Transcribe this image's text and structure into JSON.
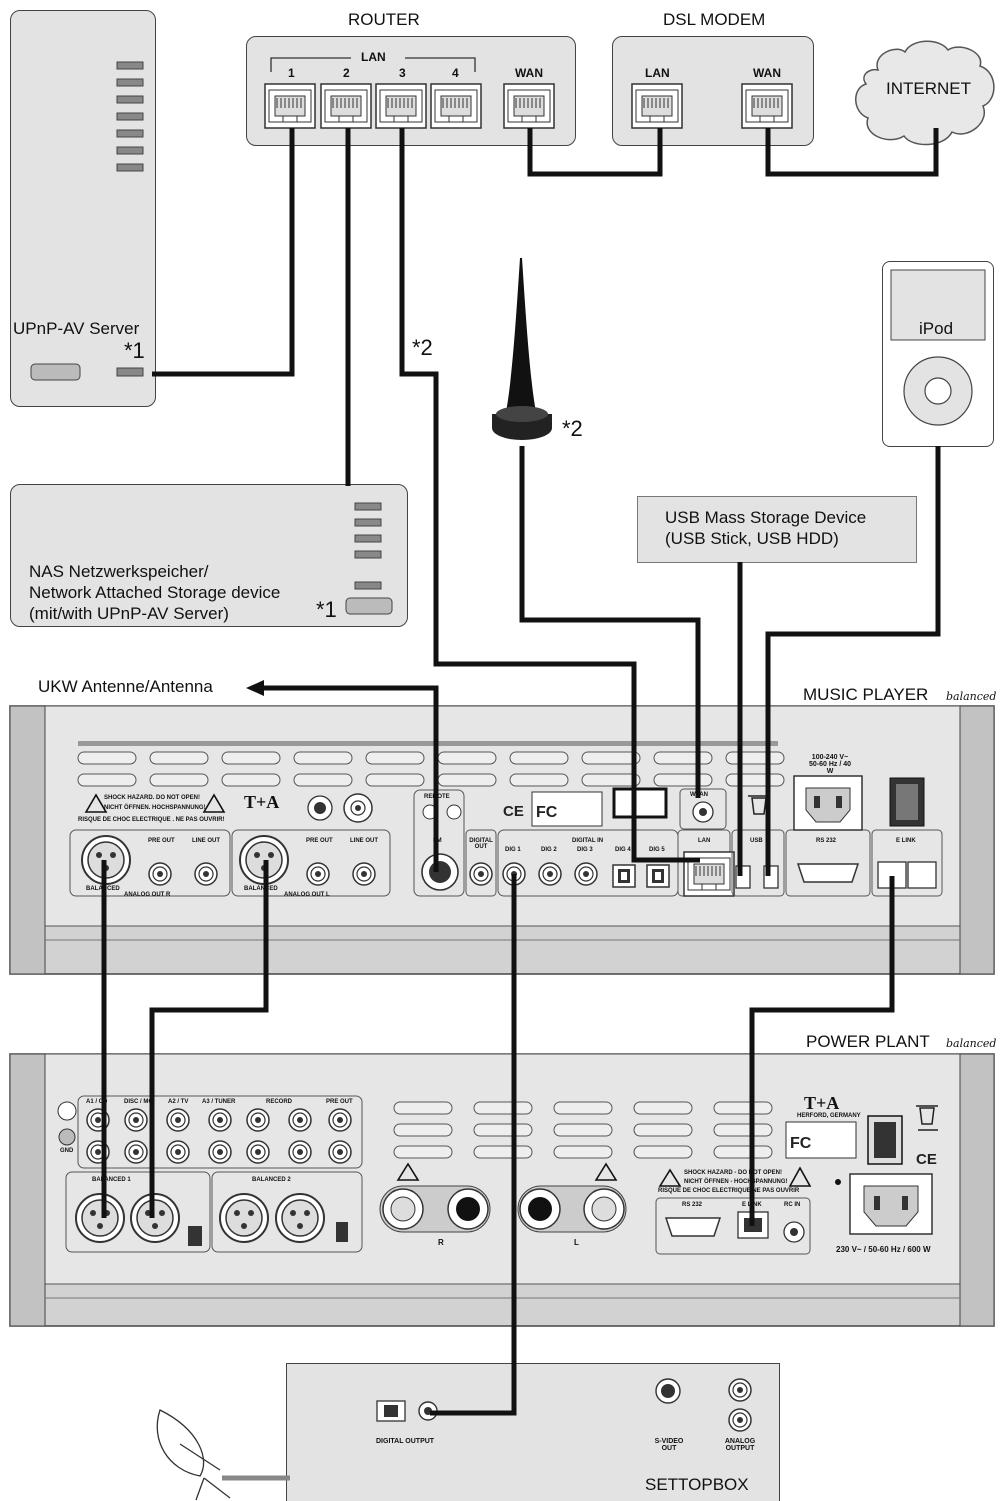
{
  "network": {
    "router_title": "ROUTER",
    "modem_title": "DSL MODEM",
    "internet_label": "INTERNET",
    "lan_group_label": "LAN",
    "lan_ports": [
      "1",
      "2",
      "3",
      "4"
    ],
    "wan_label": "WAN",
    "modem_lan_label": "LAN",
    "modem_wan_label": "WAN"
  },
  "upnp_server": {
    "label": "UPnP-AV Server",
    "footnote": "*1"
  },
  "nas": {
    "line1": "NAS Netzwerkspeicher/",
    "line2": "Network Attached Storage device",
    "line3": "(mit/with UPnP-AV Server)",
    "footnote": "*1"
  },
  "antenna": {
    "footnote": "*2",
    "cable_footnote": "*2"
  },
  "ipod": {
    "label": "iPod"
  },
  "usb_storage": {
    "line1": "USB Mass Storage Device",
    "line2": "(USB Stick, USB HDD)"
  },
  "ukw_label": "UKW Antenne/Antenna",
  "music_player": {
    "title": "MUSIC PLAYER",
    "title_suffix": "balanced",
    "brand": "T+A",
    "power_rating": "100-240 V~ 50-60 Hz / 40 W",
    "warning_1": "SHOCK HAZARD. DO NOT OPEN!",
    "warning_2": "NICHT ÖFFNEN. HOCHSPANNUNG!",
    "warning_3": "RISQUE DE CHOC ELECTRIQUE . NE PAS OUVRIR!",
    "ports": {
      "pre_out_r": "PRE OUT",
      "line_out_r": "LINE OUT",
      "balanced_r": "BALANCED",
      "analog_out_r": "ANALOG OUT R",
      "pre_out_l": "PRE OUT",
      "line_out_l": "LINE OUT",
      "balanced_l": "BALANCED",
      "analog_out_l": "ANALOG OUT L",
      "remote": "REMOTE",
      "fm": "FM",
      "digital_out": "DIGITAL OUT",
      "digital_in": "DIGITAL IN",
      "dig1": "DIG 1",
      "dig2": "DIG 2",
      "dig3": "DIG 3",
      "dig4": "DIG 4",
      "dig5": "DIG 5",
      "lan": "LAN",
      "wlan": "WLAN",
      "usb": "USB",
      "rs232": "RS 232",
      "e_link": "E LINK"
    }
  },
  "power_plant": {
    "title": "POWER PLANT",
    "title_suffix": "balanced",
    "brand": "T+A",
    "brand_sub": "HERFORD, GERMANY",
    "power_rating": "230 V~ / 50-60 Hz / 600 W",
    "warning_1": "SHOCK HAZARD - DO NOT OPEN!",
    "warning_2": "NICHT ÖFFNEN - HOCHSPANNUNG!",
    "warning_3": "RISQUE DE CHOC ELECTRIQUE NE PAS OUVRIR",
    "inputs": [
      "A1 / CD",
      "DISC / MC",
      "A2 / TV",
      "A3 / TUNER",
      "RECORD",
      "PRE OUT"
    ],
    "balanced_1": "BALANCED 1",
    "balanced_2": "BALANCED 2",
    "gnd": "GND",
    "speaker_r": "R",
    "speaker_l": "L",
    "rs232": "RS 232",
    "e_link": "E LINK",
    "rc_in": "RC IN"
  },
  "settopbox": {
    "title": "SETTOPBOX",
    "digital_output": "DIGITAL OUTPUT",
    "svideo_out": "S-VIDEO OUT",
    "analog_output": "ANALOG OUTPUT"
  }
}
